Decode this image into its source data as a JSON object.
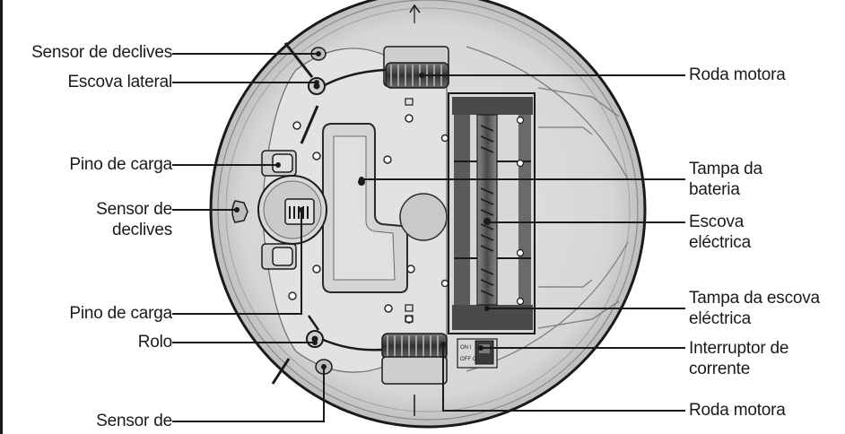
{
  "labels_left": {
    "sensor_top": "Sensor de declives",
    "side_brush": "Escova lateral",
    "charge_pin_top": "Pino de carga",
    "sensor_mid_line1": "Sensor de",
    "sensor_mid_line2": "declives",
    "charge_pin_bottom": "Pino de carga",
    "roller": "Rolo",
    "sensor_bottom": "Sensor de"
  },
  "labels_right": {
    "drive_wheel_top": "Roda motora",
    "battery_cover_line1": "Tampa da",
    "battery_cover_line2": "bateria",
    "brush_line1": "Escova",
    "brush_line2": "eléctrica",
    "brush_cover_line1": "Tampa da escova",
    "brush_cover_line2": "eléctrica",
    "power_switch_line1": "Interruptor de",
    "power_switch_line2": "corrente",
    "drive_wheel_bottom": "Roda motora"
  },
  "switch_marks": {
    "on": "ON I",
    "off": "OFF O"
  },
  "colors": {
    "body": "#d9d9d9",
    "outline": "#1a1a1a",
    "dark": "#3a3a3a",
    "plate": "#e6e6e6"
  }
}
